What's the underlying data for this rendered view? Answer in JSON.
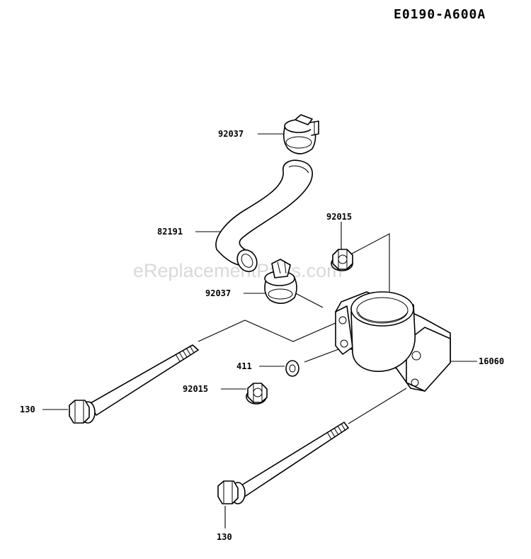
{
  "diagram_code": "E0190-A600A",
  "watermark": "eReplacementParts.com",
  "callouts": {
    "clamp_top": "92037",
    "hose": "82191",
    "nut_top": "92015",
    "clamp_lower": "92037",
    "washer": "411",
    "nut_lower": "92015",
    "bolt_left": "130",
    "bolt_bottom": "130",
    "body": "16060"
  }
}
